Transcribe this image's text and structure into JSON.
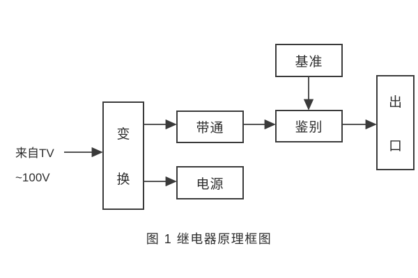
{
  "diagram": {
    "input": {
      "line1": "来自TV",
      "line2": "~100V"
    },
    "blocks": {
      "transform": {
        "char1": "变",
        "char2": "换"
      },
      "bandpass": {
        "label": "带通"
      },
      "power": {
        "label": "电源"
      },
      "reference": {
        "label": "基准"
      },
      "discriminator": {
        "label": "鉴别"
      },
      "output": {
        "char1": "出",
        "char2": "口"
      }
    },
    "caption": "图 1  继电器原理框图",
    "colors": {
      "line": "#3a3a3a",
      "text": "#2d2d2d",
      "background": "#ffffff"
    }
  }
}
